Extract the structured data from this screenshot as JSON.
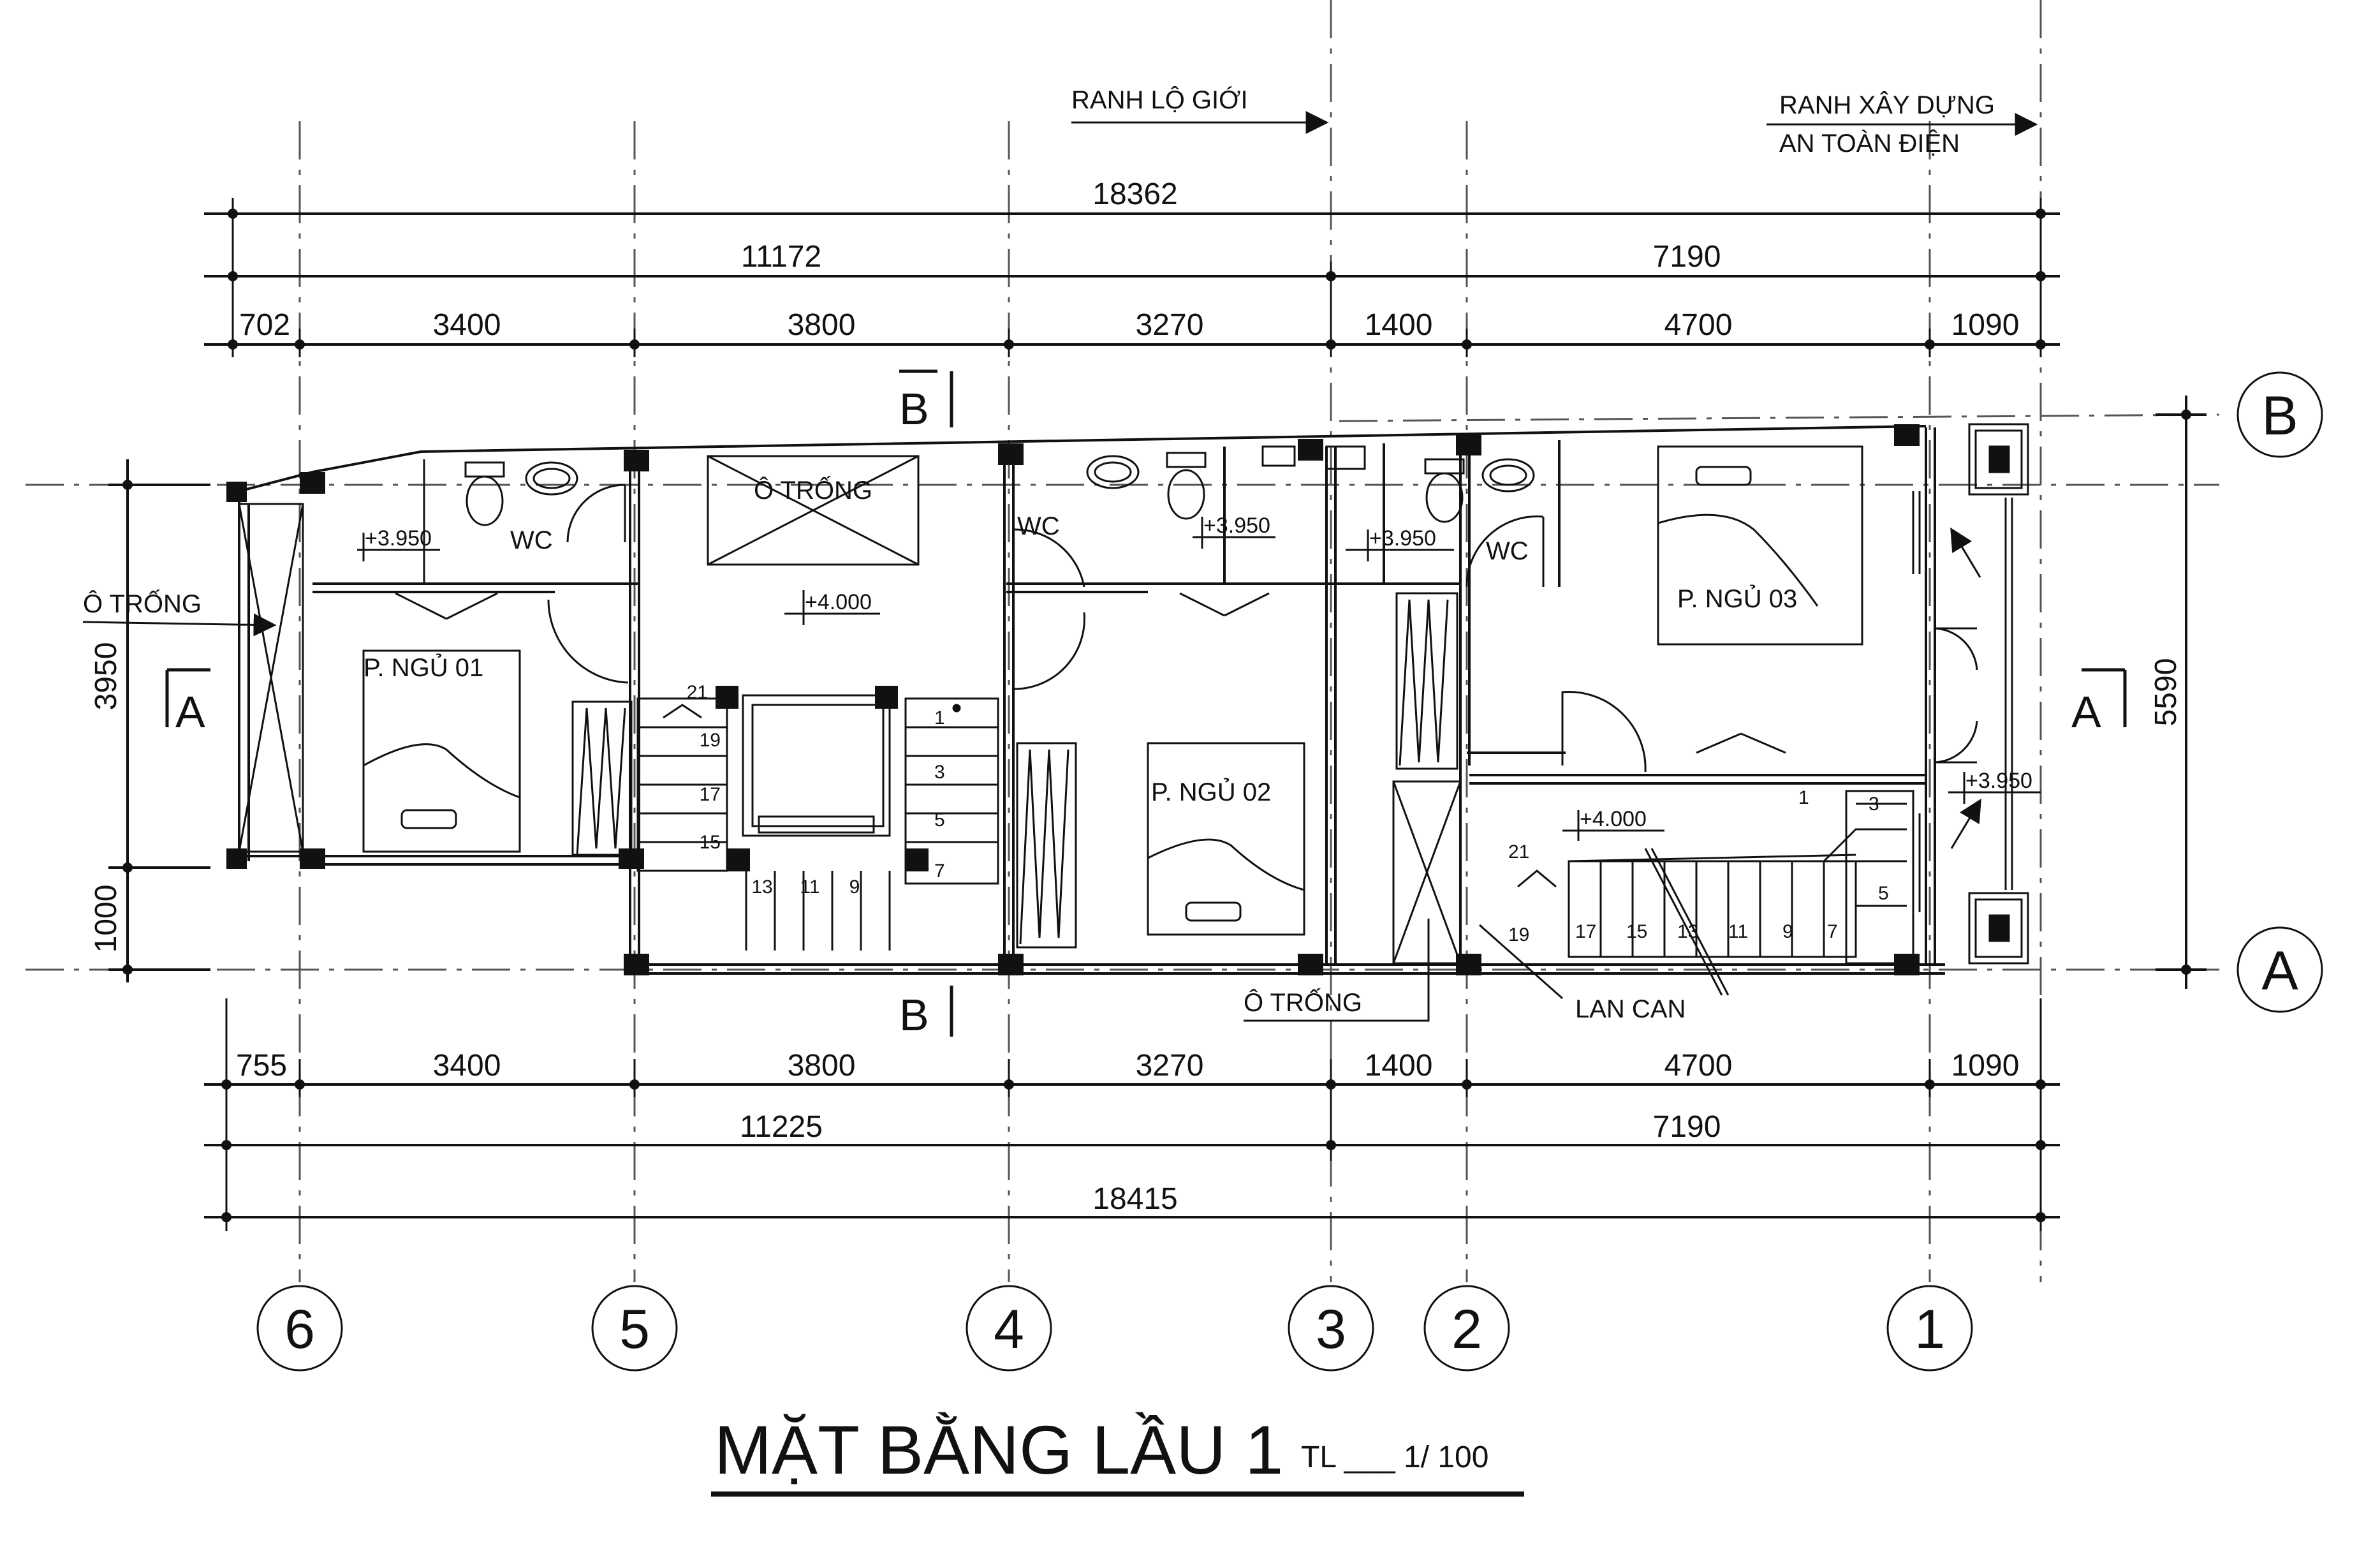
{
  "title": "MẶT BẰNG LẦU 1",
  "scale": "TL ___ 1/ 100",
  "top_notes": {
    "ranh_lo_gioi": "RANH LỘ GIỚI",
    "ranh_xay_dung": "RANH XÂY DỰNG",
    "an_toan_dien": "AN TOÀN ĐIỆN"
  },
  "dims_top": {
    "overall": "18362",
    "sub_left": "11172",
    "sub_right": "7190",
    "bays": [
      "702",
      "3400",
      "3800",
      "3270",
      "1400",
      "4700",
      "1090"
    ]
  },
  "dims_bottom": {
    "overall": "18415",
    "sub_left": "11225",
    "sub_right": "7190",
    "bays": [
      "755",
      "3400",
      "3800",
      "3270",
      "1400",
      "4700",
      "1090"
    ]
  },
  "dims_left": [
    "3950",
    "1000"
  ],
  "dims_right": [
    "5590"
  ],
  "axes_columns": [
    "6",
    "5",
    "4",
    "3",
    "2",
    "1"
  ],
  "axes_rows": [
    "B",
    "A"
  ],
  "sections": {
    "a_left": "A",
    "a_right": "A",
    "b_top": "B",
    "b_bottom": "B"
  },
  "rooms": {
    "void_top": "Ô TRỐNG",
    "void_left": "Ô TRỐNG",
    "void_bottom": "Ô TRỐNG",
    "bed1": "P. NGỦ 01",
    "bed2": "P. NGỦ 02",
    "bed3": "P. NGỦ 03",
    "wc1": "WC",
    "wc2": "WC",
    "wc3": "WC",
    "lan_can": "LAN CAN"
  },
  "levels": {
    "wc1": "+3.950",
    "hall": "+4.000",
    "wc2": "+3.950",
    "wc3": "+3.950",
    "landing": "+4.000",
    "balcony": "+3.950"
  },
  "stair1_steps": [
    "1",
    "3",
    "5",
    "7",
    "9",
    "11",
    "13",
    "15",
    "17",
    "19",
    "21"
  ],
  "stair2_steps": [
    "1",
    "3",
    "5",
    "7",
    "9",
    "11",
    "13",
    "15",
    "17",
    "19",
    "21"
  ]
}
